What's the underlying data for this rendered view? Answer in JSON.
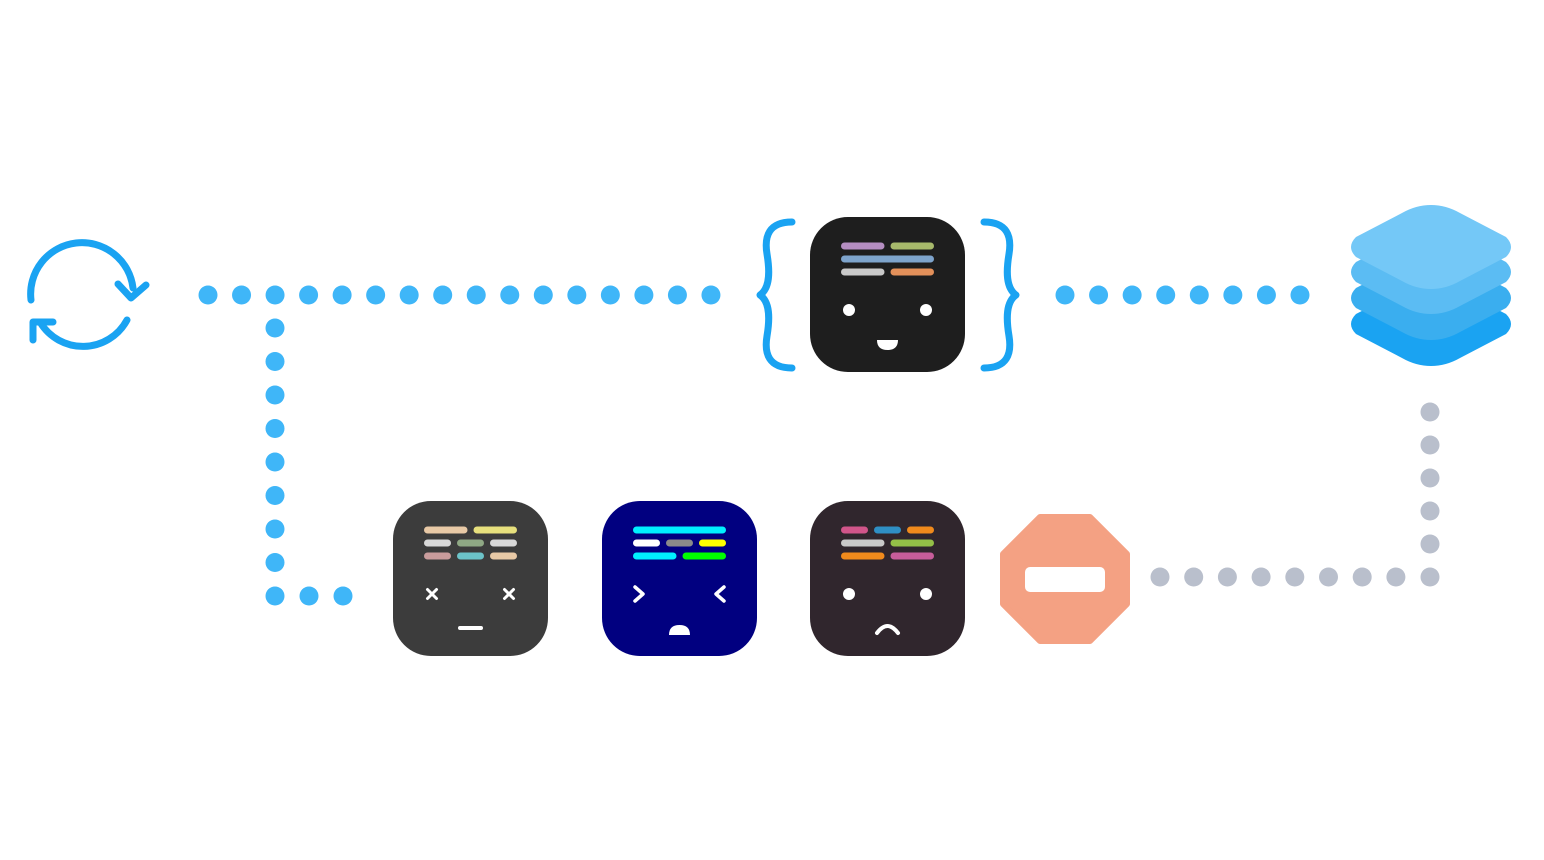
{
  "colors": {
    "background": "#ffffff",
    "connector_active": "#3fb6f8",
    "connector_inactive": "#b9bfcc",
    "sync_icon": "#1aa3f2",
    "braces": "#1aa3f2",
    "blocked_sign": "#f4a183",
    "layers": [
      "#74c8f7",
      "#5bbcf3",
      "#3aaeef",
      "#1aa3f2"
    ]
  },
  "nodes": [
    {
      "id": "sync",
      "icon": "sync-icon"
    },
    {
      "id": "main-theme",
      "icon": "theme-face-happy-icon",
      "tile": "#1e1e1e",
      "bars": [
        [
          "#b58ec1",
          "#a7b96b"
        ],
        [
          "#7ea4cc"
        ],
        [
          "#c9c9c9",
          "#e2905a"
        ]
      ],
      "expression": "happy"
    },
    {
      "id": "layers",
      "icon": "layers-icon"
    },
    {
      "id": "theme-grey",
      "icon": "theme-face-dead-icon",
      "tile": "#3c3c3c",
      "bars": [
        [
          "#e8c9a6",
          "#e7e07d"
        ],
        [
          "#d9d9d9",
          "#8fa884",
          "#d9d9d9"
        ],
        [
          "#c99c9c",
          "#6cc3c8",
          "#e8c9a6"
        ]
      ],
      "expression": "dead"
    },
    {
      "id": "theme-navy",
      "icon": "theme-face-squint-icon",
      "tile": "#010080",
      "bars": [
        [
          "#00f0ff"
        ],
        [
          "#ffffff",
          "#8a8a8a",
          "#ffff00"
        ],
        [
          "#00f0ff",
          "#00ff00"
        ]
      ],
      "expression": "squint"
    },
    {
      "id": "theme-plum",
      "icon": "theme-face-sad-icon",
      "tile": "#30262d",
      "bars": [
        [
          "#d1558a",
          "#2f8fc4",
          "#f08a1c"
        ],
        [
          "#c9c9c9",
          "#94bf47"
        ],
        [
          "#f08a1c",
          "#c75d9a"
        ]
      ],
      "expression": "sad"
    },
    {
      "id": "blocked",
      "icon": "no-entry-icon"
    }
  ],
  "connectors": [
    {
      "id": "sync-to-main",
      "from": "sync",
      "to": "main-theme",
      "state": "active"
    },
    {
      "id": "main-to-layers",
      "from": "main-theme",
      "to": "layers",
      "state": "active"
    },
    {
      "id": "branch-to-variants",
      "from": "sync",
      "to": "theme-grey",
      "state": "active"
    },
    {
      "id": "layers-to-blocked",
      "from": "layers",
      "to": "blocked",
      "state": "inactive"
    }
  ]
}
